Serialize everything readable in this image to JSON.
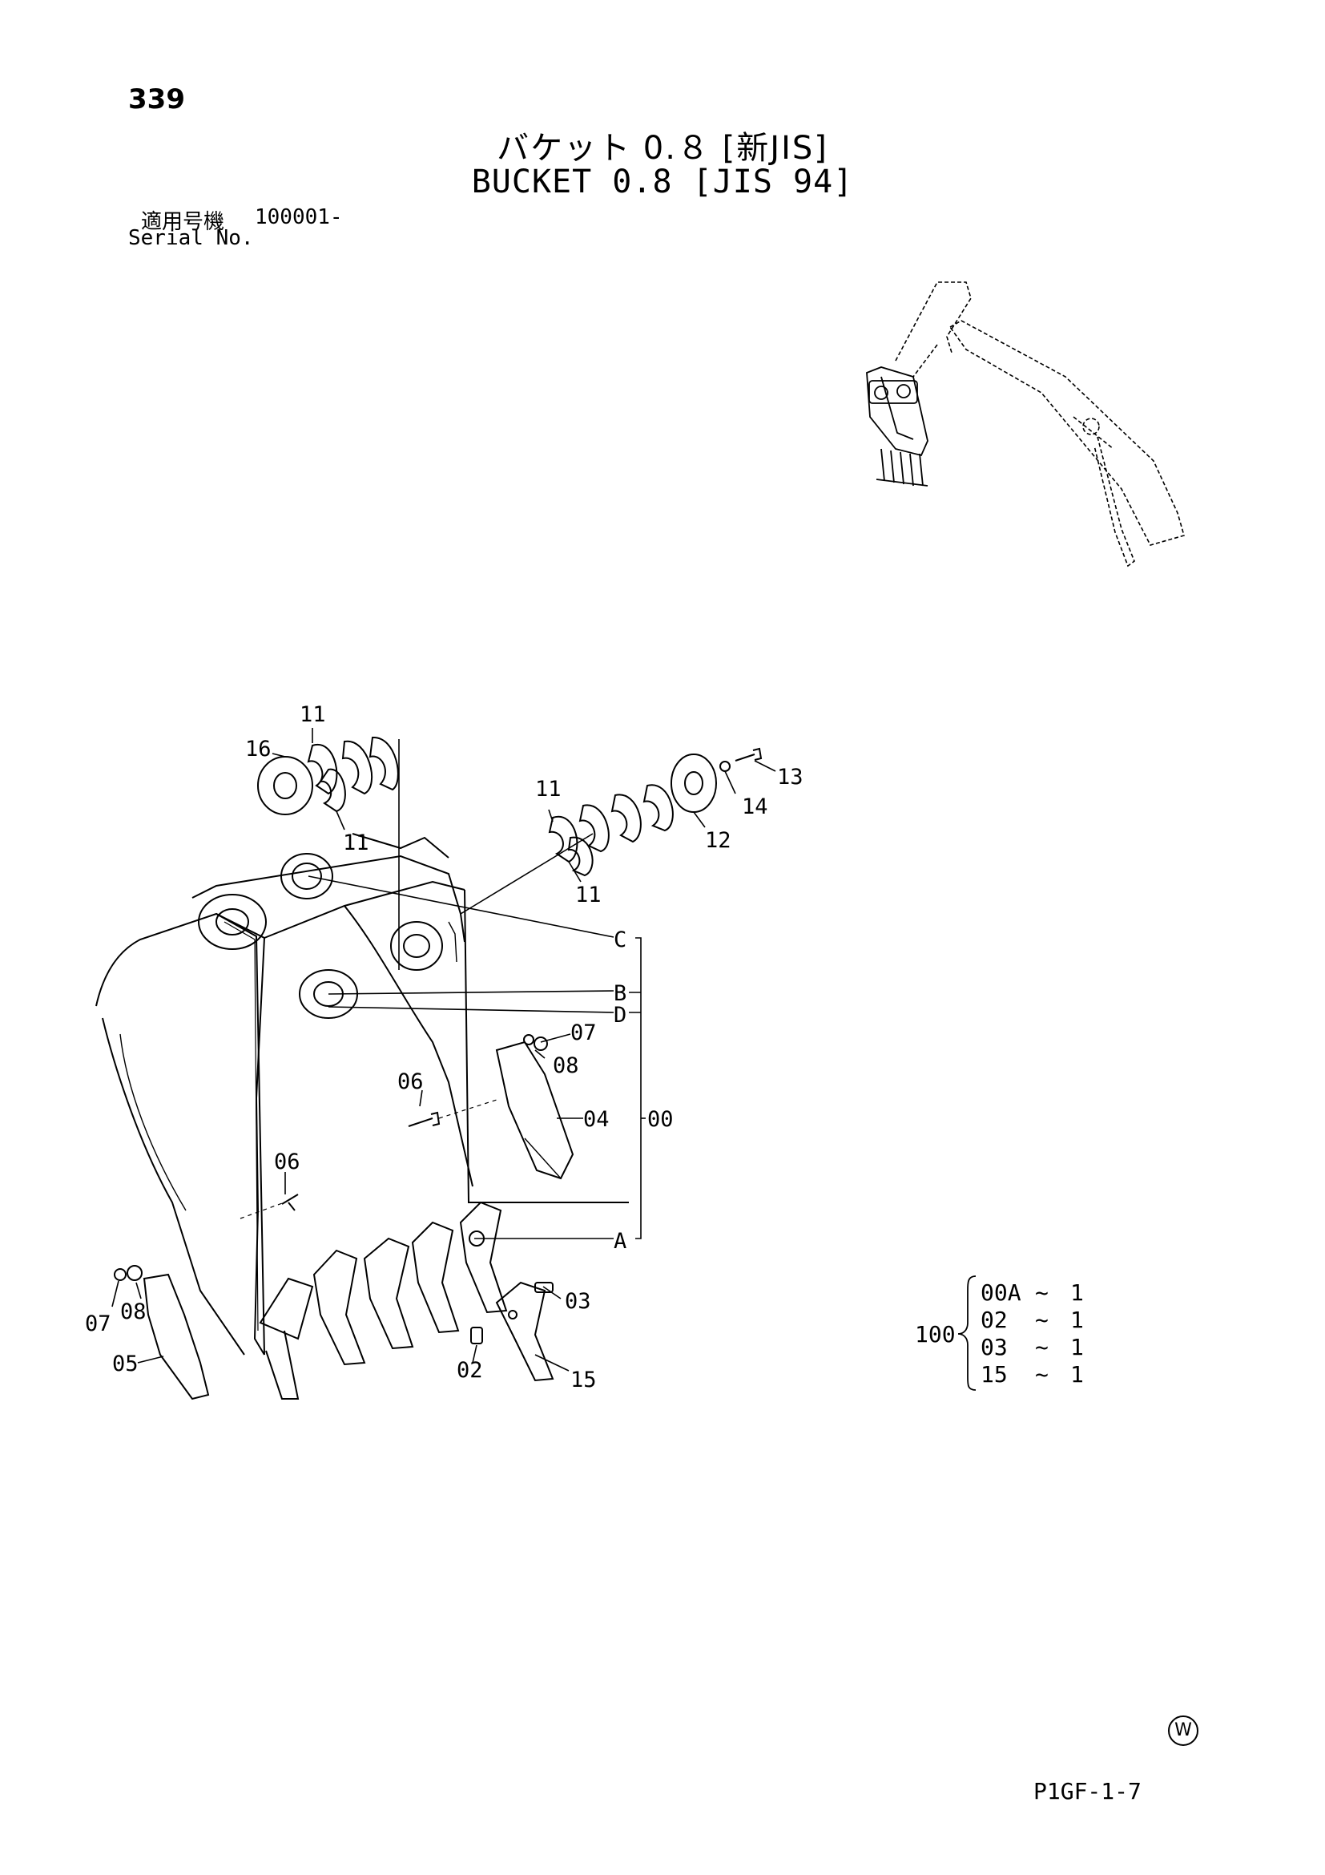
{
  "header": {
    "page_number": "339",
    "title_jp": "バケット 0.８ [新JIS]",
    "title_en": "BUCKET 0.8 [JIS 94]",
    "serial_label_jp": "適用号機",
    "serial_value": "100001-",
    "serial_label_en": "Serial No."
  },
  "callouts": {
    "c11a": "11",
    "c16": "16",
    "c11b": "11",
    "c11c": "11",
    "c11d": "11",
    "c13": "13",
    "c14": "14",
    "c12": "12",
    "cC": "C",
    "cB": "B",
    "cD": "D",
    "c07a": "07",
    "c08a": "08",
    "c06a": "06",
    "c04": "04",
    "c00": "00",
    "c06b": "06",
    "cA": "A",
    "c03": "03",
    "c02": "02",
    "c15": "15",
    "c07b": "07",
    "c08b": "08",
    "c05": "05"
  },
  "kit": {
    "parent": "100",
    "rows": [
      {
        "part": "00A",
        "tilde": "~",
        "qty": "1"
      },
      {
        "part": "02",
        "tilde": "~",
        "qty": "1"
      },
      {
        "part": "03",
        "tilde": "~",
        "qty": "1"
      },
      {
        "part": "15",
        "tilde": "~",
        "qty": "1"
      }
    ]
  },
  "footer": {
    "mark": "W",
    "code": "P1GF-1-7"
  }
}
